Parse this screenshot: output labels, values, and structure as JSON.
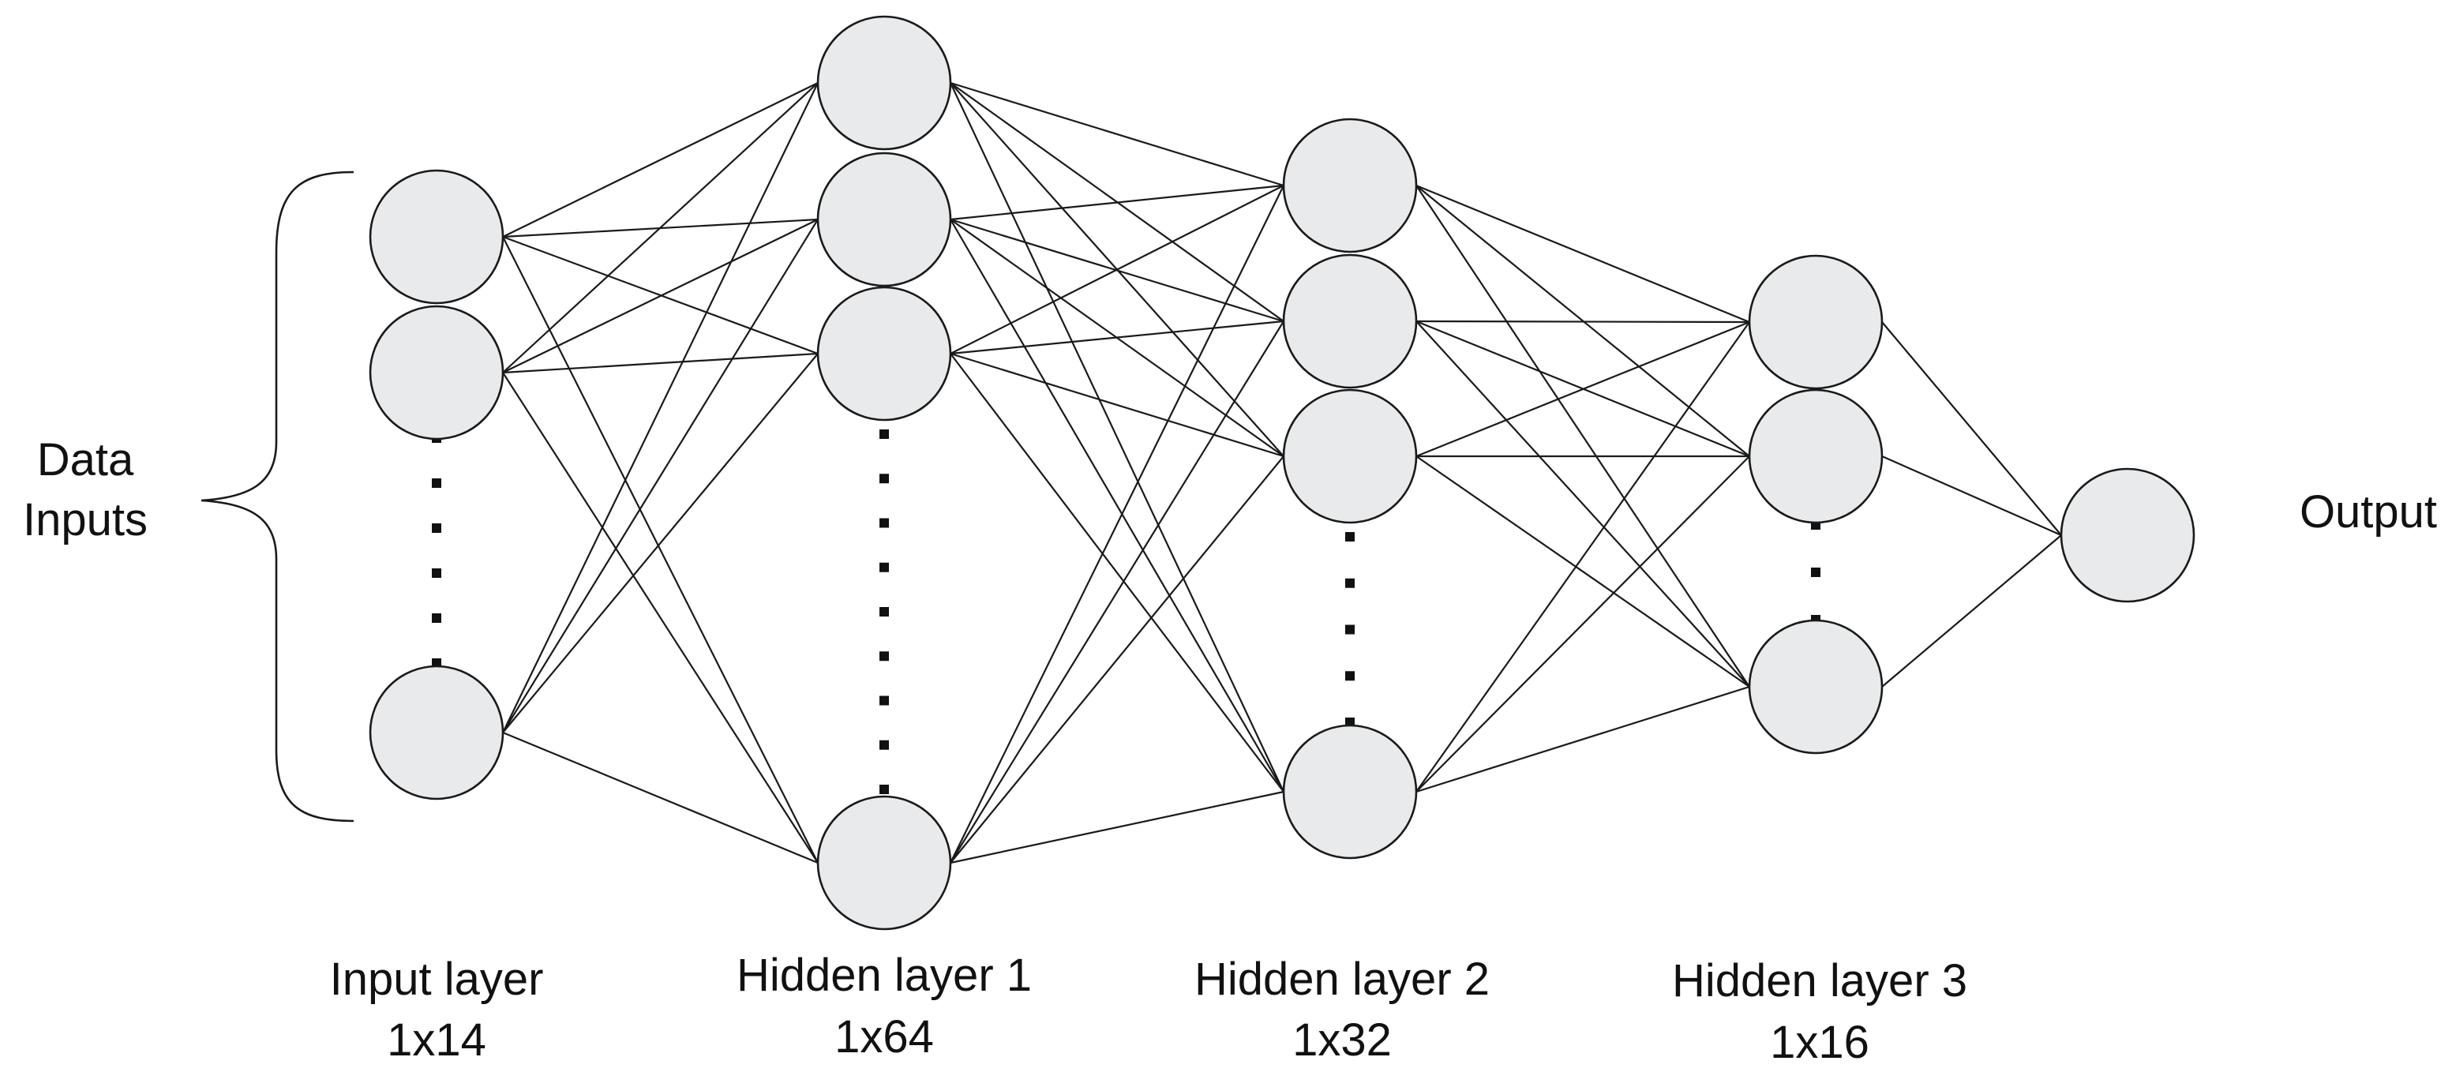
{
  "diagram": {
    "left_group_label": [
      "Data",
      "Inputs"
    ],
    "output_label": "Output",
    "layers": [
      {
        "name": "Input layer",
        "size": "1x14"
      },
      {
        "name": "Hidden layer 1",
        "size": "1x64"
      },
      {
        "name": "Hidden layer 2",
        "size": "1x32"
      },
      {
        "name": "Hidden layer 3",
        "size": "1x16"
      }
    ],
    "colors": {
      "node_fill": "#e8eaeb",
      "stroke": "#1a1a1a"
    }
  }
}
